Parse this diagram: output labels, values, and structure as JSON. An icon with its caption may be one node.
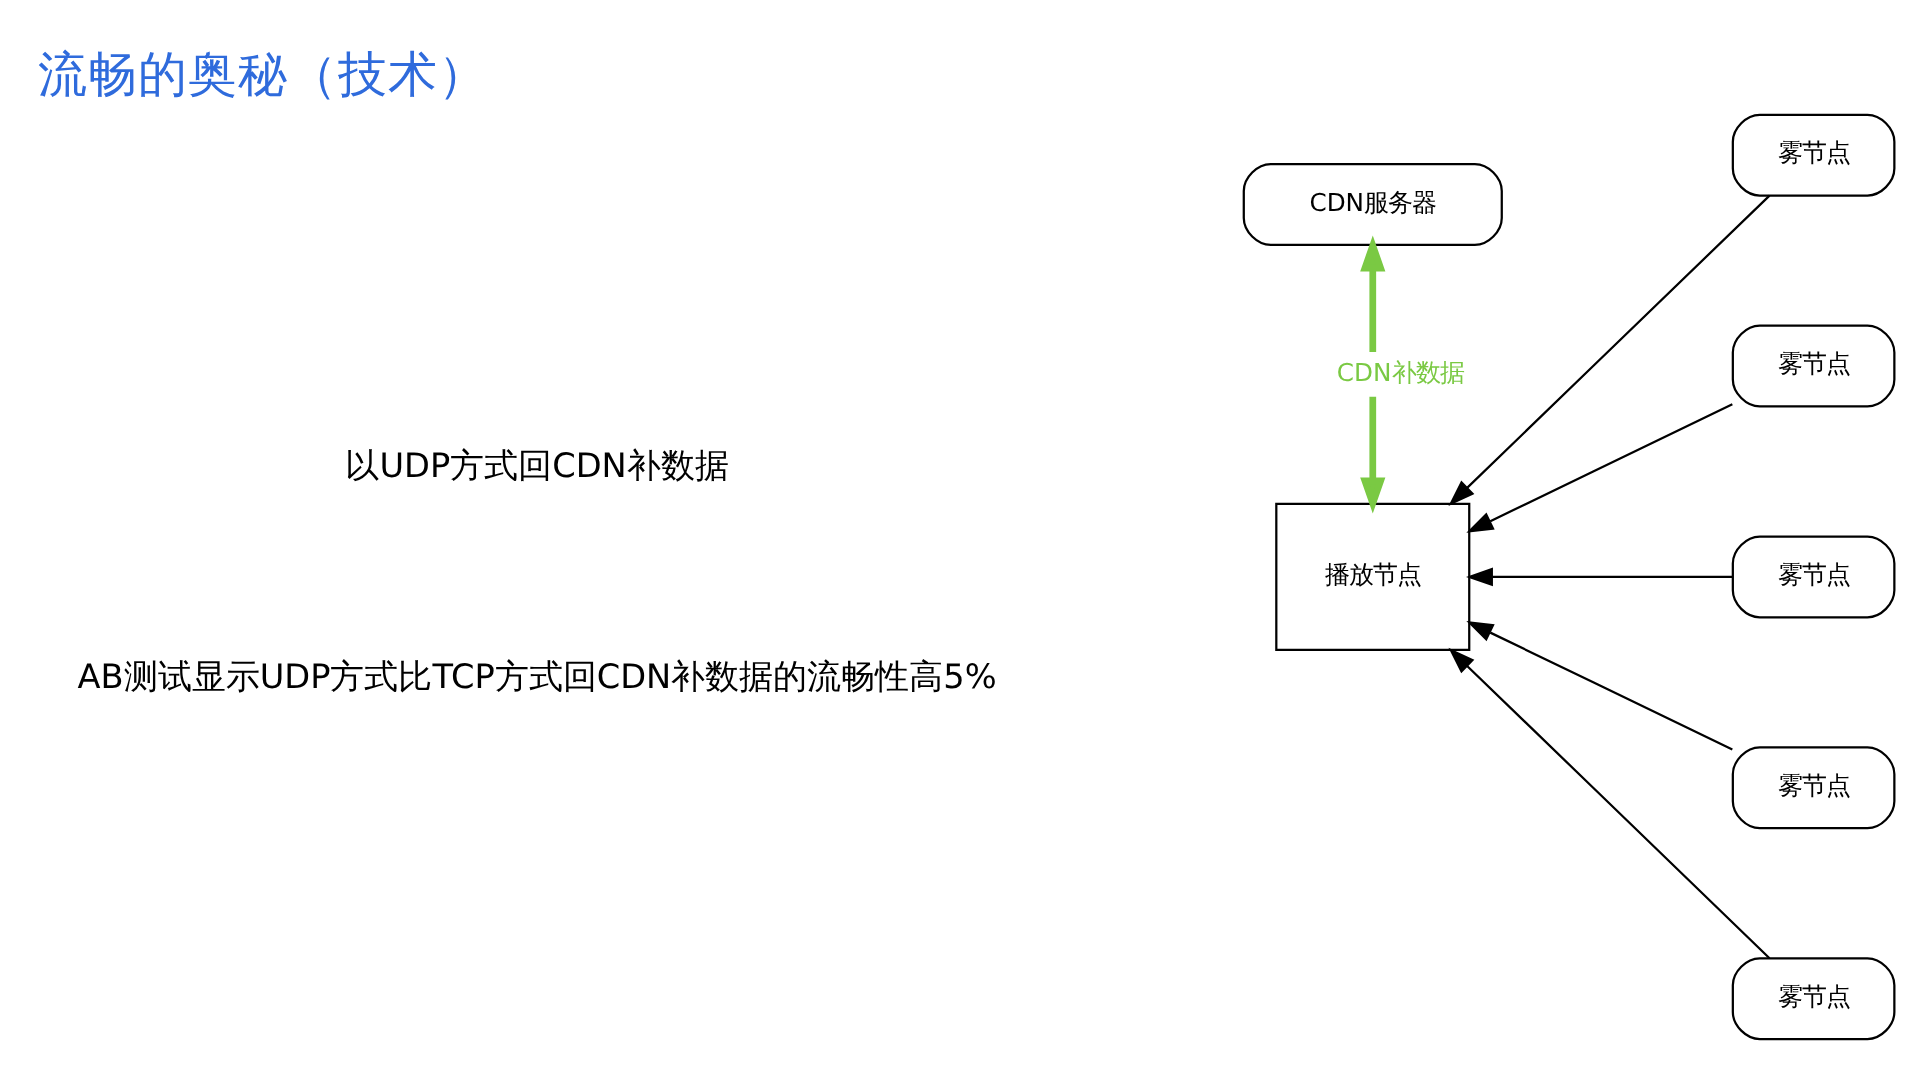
{
  "diagram": {
    "title": "流畅的奥秘（技术）",
    "nodes": [
      {
        "text": [
          "CDN服务器"
        ]
      },
      {
        "text": [
          "播放节点"
        ]
      },
      {
        "text": [
          "雾节点"
        ]
      },
      {
        "text": [
          "雾节点"
        ]
      },
      {
        "text": [
          "雾节点"
        ]
      },
      {
        "text": [
          "雾节点"
        ]
      },
      {
        "text": [
          "雾节点"
        ]
      }
    ],
    "edges": [
      {
        "from": 0,
        "to": 1,
        "arrow": "both",
        "label": "CDN补数据",
        "style": "thick",
        "color": "#7ac943"
      },
      {
        "from": 2,
        "to": 1,
        "arrow": "to"
      },
      {
        "from": 3,
        "to": 1,
        "arrow": "to"
      },
      {
        "from": 4,
        "to": 1,
        "arrow": "to"
      },
      {
        "from": 5,
        "to": 1,
        "arrow": "to"
      },
      {
        "from": 6,
        "to": 1,
        "arrow": "to"
      }
    ],
    "labels": [
      "以UDP方式回CDN补数据",
      "AB测试显示UDP方式比TCP方式回CDN补数据的流畅性高5%"
    ]
  }
}
